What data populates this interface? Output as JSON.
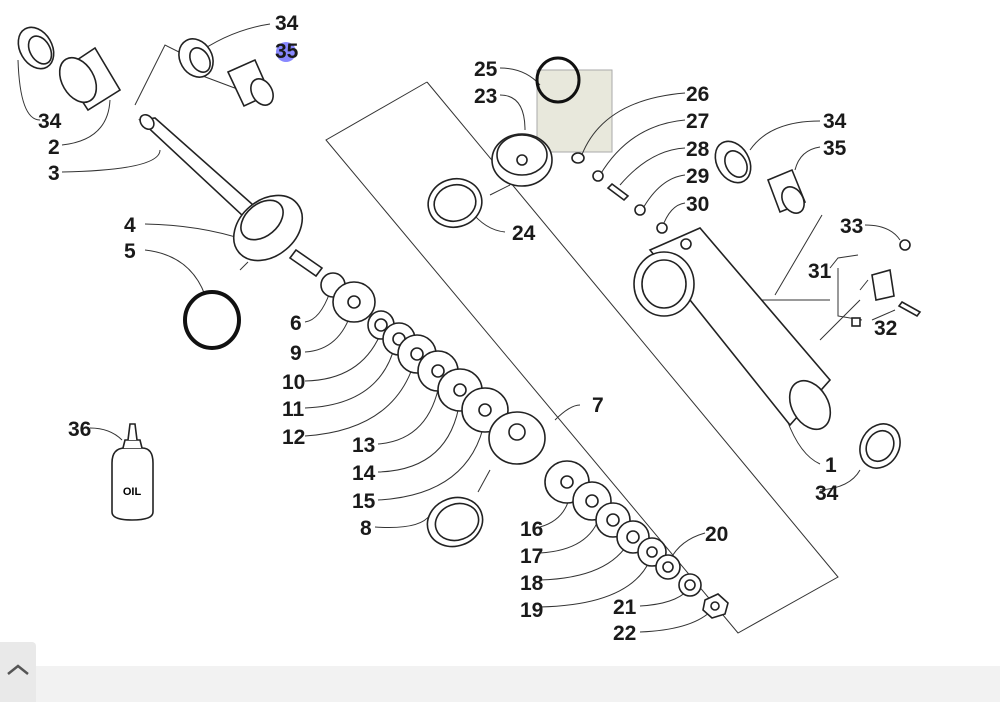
{
  "labels": {
    "l34a": "34",
    "l35a": "35",
    "l34b": "34",
    "l2": "2",
    "l3": "3",
    "l4": "4",
    "l5": "5",
    "l6": "6",
    "l9": "9",
    "l10": "10",
    "l11": "11",
    "l12": "12",
    "l13": "13",
    "l14": "14",
    "l15": "15",
    "l8": "8",
    "l36": "36",
    "l25": "25",
    "l23": "23",
    "l24": "24",
    "l26": "26",
    "l27": "27",
    "l28": "28",
    "l29": "29",
    "l30": "30",
    "l34c": "34",
    "l35b": "35",
    "l33": "33",
    "l31": "31",
    "l32": "32",
    "l1": "1",
    "l34d": "34",
    "l7": "7",
    "l16": "16",
    "l17": "17",
    "l18": "18",
    "l19": "19",
    "l20": "20",
    "l21": "21",
    "l22": "22"
  },
  "oil_text": "OIL",
  "highlight_color": "#6a6aff",
  "icons": {
    "collapse": "chevron-up-icon"
  }
}
